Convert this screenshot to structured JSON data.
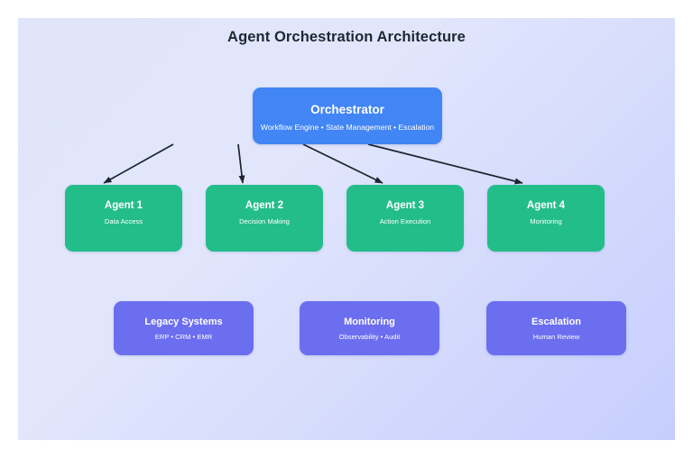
{
  "diagram": {
    "title": "Agent Orchestration Architecture",
    "background_start": "#e0e5fb",
    "background_end": "#c6cefd",
    "connector_color": "#1c2430"
  },
  "orchestrator": {
    "title": "Orchestrator",
    "subtitle": "Workflow Engine • State Management • Escalation",
    "color": "#4285f4"
  },
  "agents": {
    "color": "#23bd8a",
    "items": [
      {
        "title": "Agent 1",
        "subtitle": "Data Access"
      },
      {
        "title": "Agent 2",
        "subtitle": "Decision Making"
      },
      {
        "title": "Agent 3",
        "subtitle": "Action Execution"
      },
      {
        "title": "Agent 4",
        "subtitle": "Monitoring"
      }
    ]
  },
  "systems": {
    "color": "#6c6ef0",
    "items": [
      {
        "title": "Legacy Systems",
        "subtitle": "ERP • CRM • EMR"
      },
      {
        "title": "Monitoring",
        "subtitle": "Observability • Audit"
      },
      {
        "title": "Escalation",
        "subtitle": "Human Review"
      }
    ]
  },
  "connections": [
    {
      "from": "Orchestrator",
      "to": "Agent 1"
    },
    {
      "from": "Orchestrator",
      "to": "Agent 2"
    },
    {
      "from": "Orchestrator",
      "to": "Agent 3"
    },
    {
      "from": "Orchestrator",
      "to": "Agent 4"
    }
  ]
}
